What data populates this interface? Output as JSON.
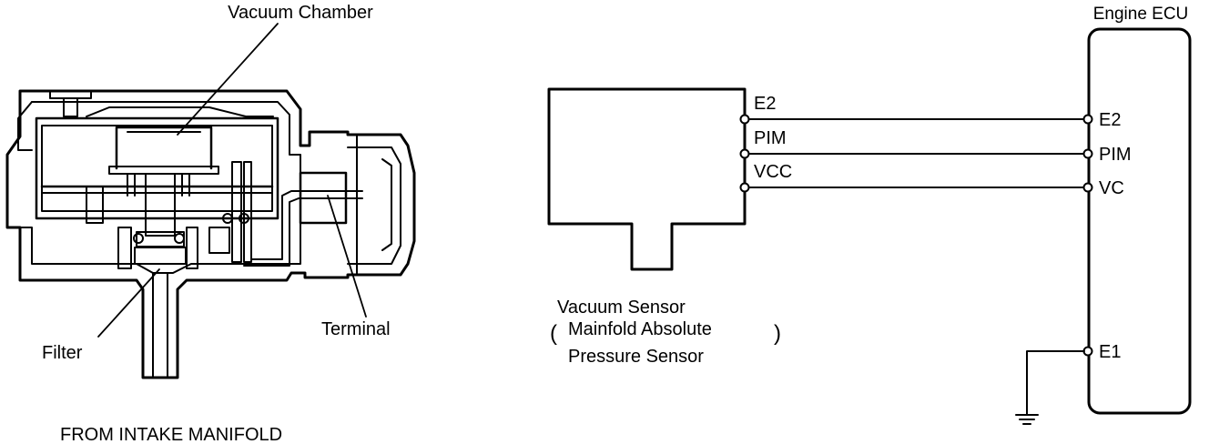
{
  "sensor_drawing": {
    "label_vacuum_chamber": "Vacuum Chamber",
    "label_filter": "Filter",
    "label_terminal": "Terminal",
    "caption": "FROM INTAKE MANIFOLD"
  },
  "wiring": {
    "sensor_pins": [
      "E2",
      "PIM",
      "VCC"
    ],
    "ecu_pins": [
      "E2",
      "PIM",
      "VC"
    ],
    "ecu_ground_pin": "E1",
    "ecu_title": "Engine ECU",
    "sensor_name_line1": "Vacuum Sensor",
    "sensor_name_line2": "Mainfold Absolute",
    "sensor_name_line3": "Pressure Sensor",
    "paren_open": "(",
    "paren_close": ")"
  }
}
